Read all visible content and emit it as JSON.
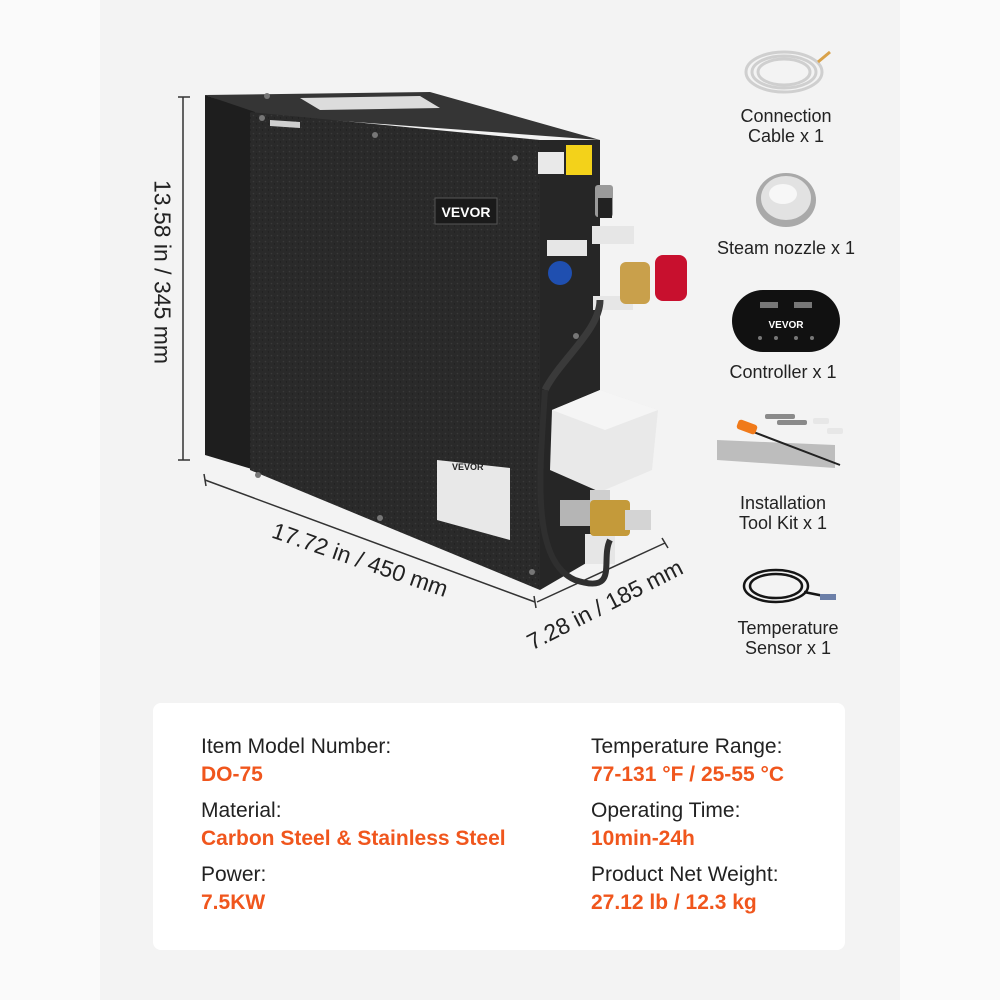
{
  "brand": "VEVOR",
  "dimensions": {
    "height": "13.58 in / 345 mm",
    "width": "17.72 in / 450 mm",
    "depth": "7.28 in / 185 mm"
  },
  "accessories": [
    {
      "label_1": "Connection",
      "label_2": "Cable x 1",
      "icon": "cable-coil-icon"
    },
    {
      "label_1": "Steam nozzle x 1",
      "label_2": "",
      "icon": "steam-nozzle-icon"
    },
    {
      "label_1": "Controller x 1",
      "label_2": "",
      "icon": "controller-icon"
    },
    {
      "label_1": "Installation",
      "label_2": "Tool Kit x 1",
      "icon": "tool-kit-icon"
    },
    {
      "label_1": "Temperature",
      "label_2": "Sensor x 1",
      "icon": "temperature-sensor-icon"
    }
  ],
  "specs": {
    "left": [
      {
        "label": "Item Model Number:",
        "value": "DO-75"
      },
      {
        "label": "Material:",
        "value": "Carbon Steel & Stainless Steel"
      },
      {
        "label": "Power:",
        "value": "7.5KW"
      }
    ],
    "right": [
      {
        "label": "Temperature Range:",
        "value": "77-131 °F / 25-55 °C"
      },
      {
        "label": "Operating Time:",
        "value": "10min-24h"
      },
      {
        "label": "Product Net Weight:",
        "value": "27.12 lb / 12.3 kg"
      }
    ]
  },
  "colors": {
    "accent": "#f0561d",
    "body": "#2b2b2b",
    "background": "#f3f3f3"
  }
}
